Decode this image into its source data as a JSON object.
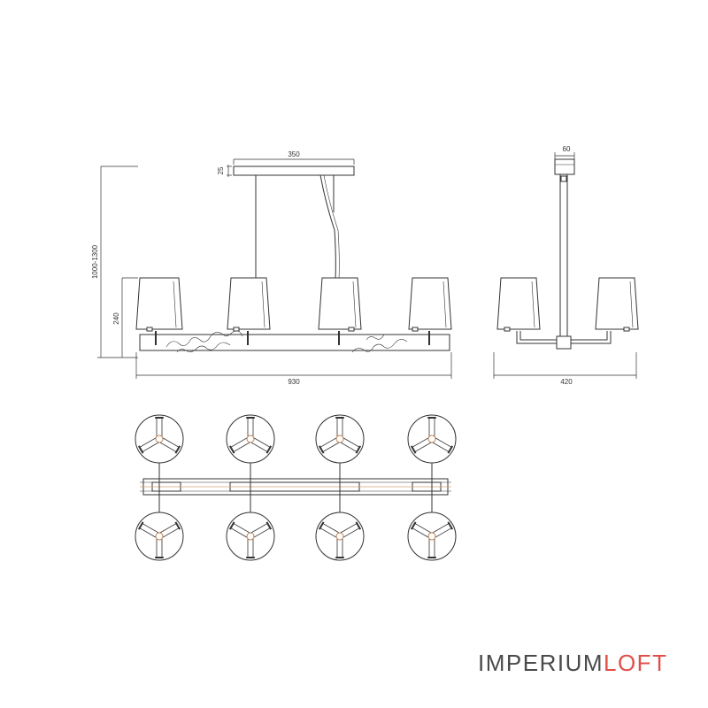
{
  "dimensions": {
    "canopy_width": "350",
    "canopy_height": "25",
    "total_height": "1000-1300",
    "shade_height": "240",
    "total_width": "930",
    "side_canopy_width": "60",
    "side_width": "420"
  },
  "brand": {
    "part1": "IMPERIUM",
    "part2": "LOFT",
    "accent_color": "#e0504a",
    "text_color": "#4a4a4a"
  },
  "views": [
    "front-elevation",
    "side-elevation",
    "top-plan"
  ],
  "front_view": {
    "shade_count": 4
  },
  "side_view": {
    "shade_count": 2
  },
  "plan_view": {
    "rows": 2,
    "columns": 4
  }
}
